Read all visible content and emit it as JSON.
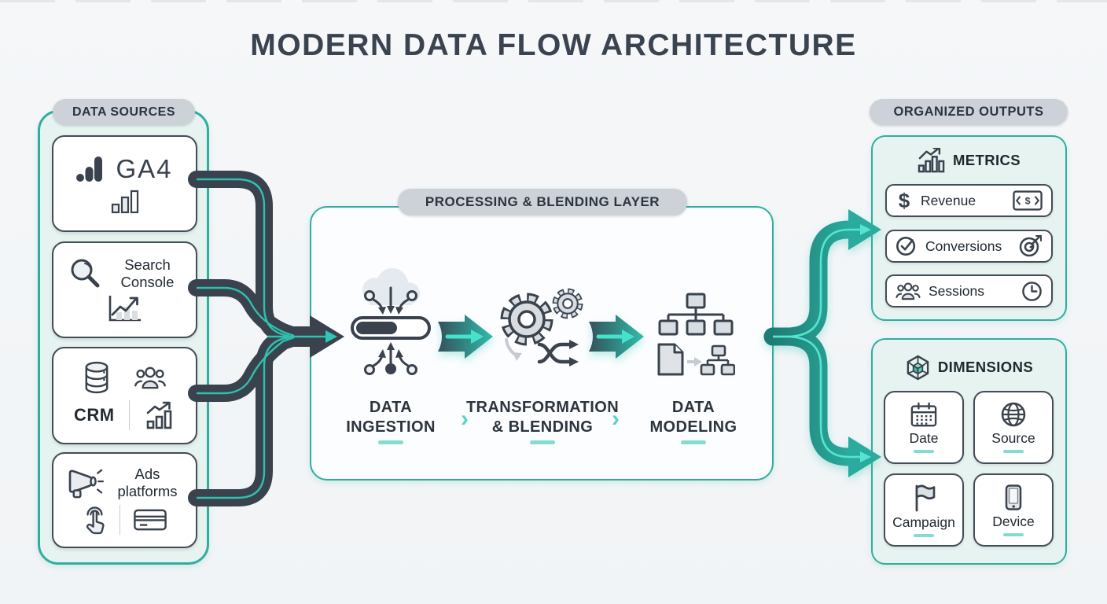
{
  "title": "MODERN DATA FLOW ARCHITECTURE",
  "colors": {
    "teal_border": "#2fae9f",
    "dark_slate": "#39424d",
    "mint_panel": "#e6f3f0",
    "pill_gray": "#cdd2d8",
    "bright_accent": "#55e4cd",
    "underline_teal": "#82dccf",
    "background": "#f3f5f7"
  },
  "sources_panel": {
    "label": "DATA SOURCES",
    "cards": [
      {
        "name": "GA4"
      },
      {
        "name": "Search Console"
      },
      {
        "name": "CRM"
      },
      {
        "name": "Ads platforms"
      }
    ]
  },
  "processing_panel": {
    "label": "PROCESSING & BLENDING LAYER",
    "chevron": "›",
    "stages": [
      {
        "line1": "DATA",
        "line2": "INGESTION"
      },
      {
        "line1": "TRANSFORMATION",
        "line2": "& BLENDING"
      },
      {
        "line1": "DATA",
        "line2": "MODELING"
      }
    ]
  },
  "outputs_panel": {
    "label": "ORGANIZED OUTPUTS",
    "metrics": {
      "title": "METRICS",
      "dollar": "$",
      "items": [
        {
          "label": "Revenue"
        },
        {
          "label": "Conversions"
        },
        {
          "label": "Sessions"
        }
      ]
    },
    "dimensions": {
      "title": "DIMENSIONS",
      "items": [
        {
          "label": "Date"
        },
        {
          "label": "Source"
        },
        {
          "label": "Campaign"
        },
        {
          "label": "Device"
        }
      ]
    }
  }
}
